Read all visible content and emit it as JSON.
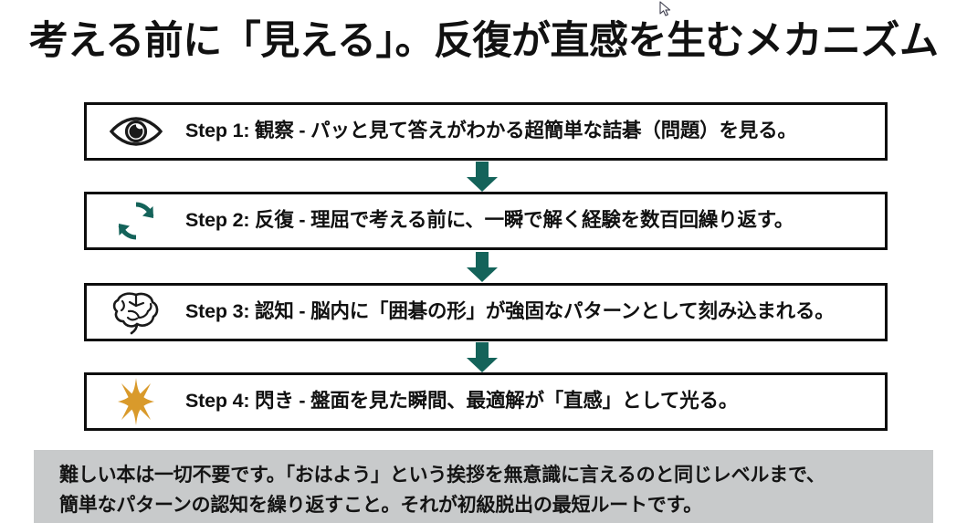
{
  "slide": {
    "title": "考える前に「見える」。反復が直感を生むメカニズム",
    "background_color": "#ffffff",
    "accent_teal": "#14635a",
    "accent_gold": "#d99a2b",
    "border_color": "#0d0d0d",
    "footer_background": "#c8cacb"
  },
  "steps": [
    {
      "icon": "eye-icon",
      "icon_color": "#1a1a1a",
      "text": "Step 1: 観察 - パッと見て答えがわかる超簡単な詰碁（問題）を見る。"
    },
    {
      "icon": "refresh-cycle-icon",
      "icon_color": "#14635a",
      "text": "Step 2: 反復 - 理屈で考える前に、一瞬で解く経験を数百回繰り返す。"
    },
    {
      "icon": "brain-icon",
      "icon_color": "#1a1a1a",
      "text": "Step 3: 認知 - 脳内に「囲碁の形」が強固なパターンとして刻み込まれる。"
    },
    {
      "icon": "sparkle-star-icon",
      "icon_color": "#d99a2b",
      "text": "Step 4: 閃き - 盤面を見た瞬間、最適解が「直感」として光る。"
    }
  ],
  "connectors": [
    {
      "icon": "arrow-down-icon",
      "color": "#14635a"
    },
    {
      "icon": "arrow-down-icon",
      "color": "#14635a"
    },
    {
      "icon": "arrow-down-icon",
      "color": "#14635a"
    }
  ],
  "footer": {
    "line1": "難しい本は一切不要です。「おはよう」という挨拶を無意識に言えるのと同じレベルまで、",
    "line2": "簡単なパターンの認知を繰り返すこと。それが初級脱出の最短ルートです。"
  }
}
